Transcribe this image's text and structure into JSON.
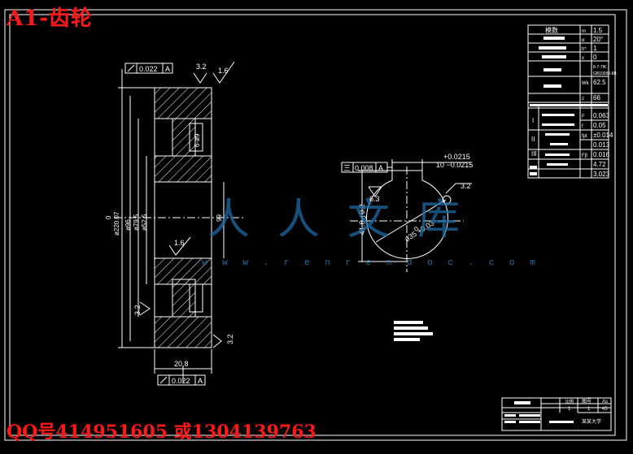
{
  "overlay": {
    "title": "A1-齿轮",
    "contact": "QQ号414951605 或1304139763"
  },
  "watermark": {
    "text": "人人文库",
    "url": "w w w . r e n r e n d o c . c o m"
  },
  "left_view": {
    "gdt_top": {
      "tolerance": "0.022",
      "datum": "A"
    },
    "gdt_bottom": {
      "tolerance": "0.022",
      "datum": "A"
    },
    "roughness": [
      "3.2",
      "1.6",
      "1.6",
      "3.2",
      "3.2"
    ],
    "dims": {
      "d1": "ø220.07",
      "d1_pre": "0",
      "d2": "ø96",
      "d3": "ø79.5",
      "d4": "ø52.5",
      "hole": "6-ø9",
      "bore": "66",
      "width": "20.8"
    }
  },
  "right_view": {
    "gdt": {
      "symbol": "三",
      "tolerance": "0.008",
      "datum": "A"
    },
    "key_tol_upper": "+0.0215",
    "key_width": "10 −0.0215",
    "roughness": [
      "6.3",
      "3.2"
    ],
    "bore_dim": "ø35 +0.03",
    "bore_dim_lower": "0",
    "depth_dim": "41.6 +0.2",
    "depth_dim_lower": "0"
  },
  "param_table": {
    "header": "模数",
    "rows": [
      {
        "sym": "m",
        "val": "1.5"
      },
      {
        "sym": "α",
        "val": "20°"
      },
      {
        "sym": "h*",
        "val": "1"
      },
      {
        "sym": "x",
        "val": "0"
      },
      {
        "sym": "",
        "val": "8-7-7IK"
      },
      {
        "sym": "",
        "val": "GB10095-88"
      },
      {
        "sym": "Wk",
        "val": "62.5"
      },
      {
        "sym": "z",
        "val": "66"
      },
      {
        "sym": "F",
        "val": "0.063"
      },
      {
        "sym": "f",
        "val": "0.05"
      },
      {
        "sym": "fpt",
        "val": "±0.014"
      },
      {
        "sym": "",
        "val": "0.013"
      },
      {
        "sym": "Fβ",
        "val": "0.016"
      },
      {
        "sym": "",
        "val": "4.72"
      },
      {
        "sym": "",
        "val": "3.023"
      }
    ],
    "groups": [
      "I",
      "II",
      "III"
    ]
  },
  "title_block": {
    "scale_label": "比例",
    "scale": "1",
    "drawing_no_label": "图号",
    "qty": "1",
    "mat_label": "As",
    "mat": "45",
    "school": "某某大学"
  }
}
